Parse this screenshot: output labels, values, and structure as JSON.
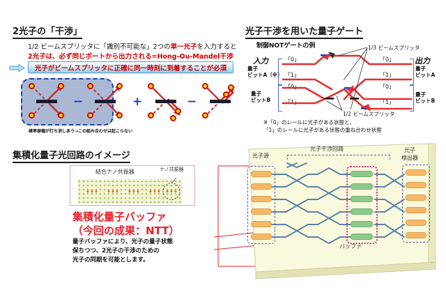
{
  "meta": {
    "accent_red": "#d40000",
    "accent_blue": "#1a3fd0",
    "banner_blue": "#8fd3ee",
    "chip_yellow": "#f7f7d8",
    "source_orange": "#f5b869",
    "buffer_green": "#8dc98d",
    "buffer_outline_pink": "#e0277f"
  },
  "section_hom": {
    "title": "2光子の「干渉」",
    "line1": "1/2 ビームスプリッタに「識別不可能な」2つの",
    "line1_em": "単一光子",
    "line1_tail": "を入力すると",
    "line2": "2光子は、必ず同じポートから出力される=Hong-Ou-Mandel干渉",
    "banner": "光子がビームスプリッタに正確に同一時刻に到着することが必須",
    "caption": "確率振幅が打ち消しあう→この組み合わせは起こらない",
    "operators": [
      "−",
      "+",
      "−"
    ]
  },
  "section_gate": {
    "title": "光子干渉を用いた量子ゲート",
    "subtitle": "制御NOTゲートの例",
    "input_label": "入力",
    "output_label": "出力",
    "qubit_a_in": "量子\nビットA（※）",
    "qubit_b_in": "量子\nビットB",
    "qubit_a_out": "量子\nビットA",
    "qubit_b_out": "量子\nビットB",
    "rail_labels": [
      "「0」",
      "「1」",
      "「0」",
      "「1」"
    ],
    "bs_third": "1/3 ビームスプリッタ",
    "bs_half": "1/2 ビームスプリッタ",
    "footnote_l1": "※「0」のレールに光子がある状態と、",
    "footnote_l2": "「1」のレールに光子がある状態の重ね合わせ状態"
  },
  "section_chip": {
    "title": "集積化量子光回路のイメージ",
    "nano_coupled": "結合ナノ共振器",
    "nano_single": "ナノ共振器",
    "result_l1": "集積化量子バッファ",
    "result_l2": "（今回の成果：NTT）",
    "desc_l1": "量子バッファにより、光子の量子状態",
    "desc_l2": "保ちつつ、2光子の干渉のための",
    "desc_l3": "光子の同期を可能とします。",
    "chip_source": "光子源",
    "chip_interf": "光子干渉回路",
    "chip_detector_l1": "光子",
    "chip_detector_l2": "検出器",
    "chip_buffer": "バッファ"
  }
}
